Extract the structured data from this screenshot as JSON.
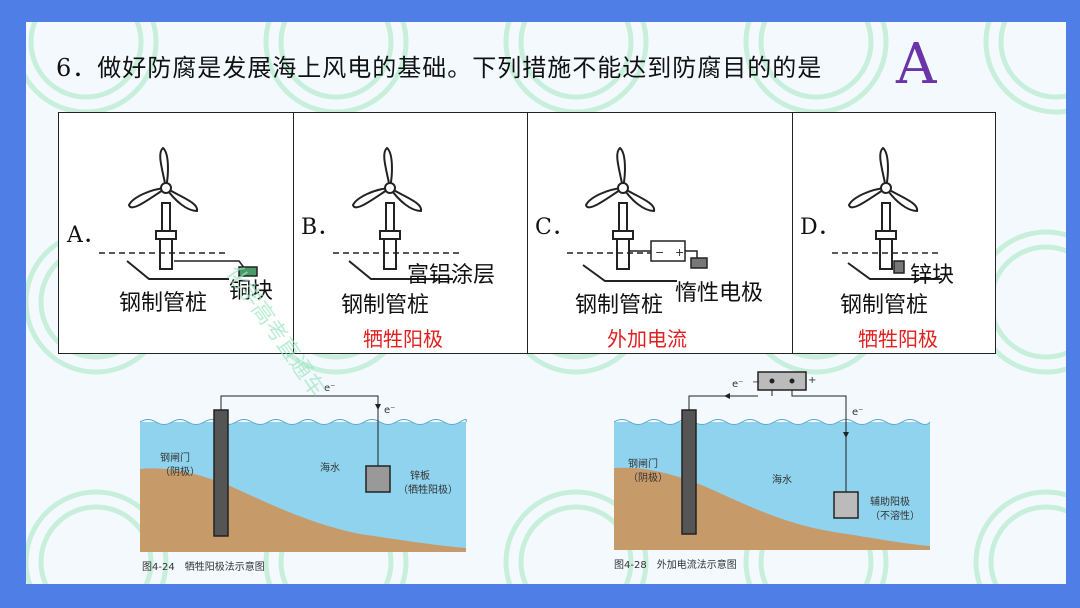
{
  "question": "6．做好防腐是发展海上风电的基础。下列措施不能达到防腐目的的是",
  "answer": "A",
  "options": [
    {
      "letter": "A．",
      "pile_label": "钢制管桩",
      "extra_label": "铜块",
      "method": ""
    },
    {
      "letter": "B．",
      "pile_label": "钢制管桩",
      "extra_label": "富铝涂层",
      "method": "牺牲阳极"
    },
    {
      "letter": "C．",
      "pile_label": "钢制管桩",
      "extra_label": "惰性电极",
      "method": "外加电流"
    },
    {
      "letter": "D．",
      "pile_label": "钢制管桩",
      "extra_label": "锌块",
      "method": "牺牲阳极"
    }
  ],
  "figure1": {
    "caption": "图4-24　牺牲阳极法示意图",
    "gate": "钢闸门",
    "gate_role": "（阴极）",
    "water": "海水",
    "plate": "锌板",
    "plate_role": "（牺牲阳极）",
    "electron": "e⁻"
  },
  "figure2": {
    "caption": "图4-28　外加电流法示意图",
    "gate": "钢闸门",
    "gate_role": "（阴极）",
    "water": "海水",
    "anode": "辅助阳极",
    "anode_role": "（不溶性）",
    "electron": "e⁻",
    "minus": "−",
    "plus": "+"
  },
  "watermark": "化学高考直通车",
  "colors": {
    "frame": "#4f7fe6",
    "answer": "#6a35a8",
    "method": "#e02020",
    "water": "#8fd3ee",
    "soil": "#c79a6a",
    "watermark": "#9ee6c2"
  }
}
